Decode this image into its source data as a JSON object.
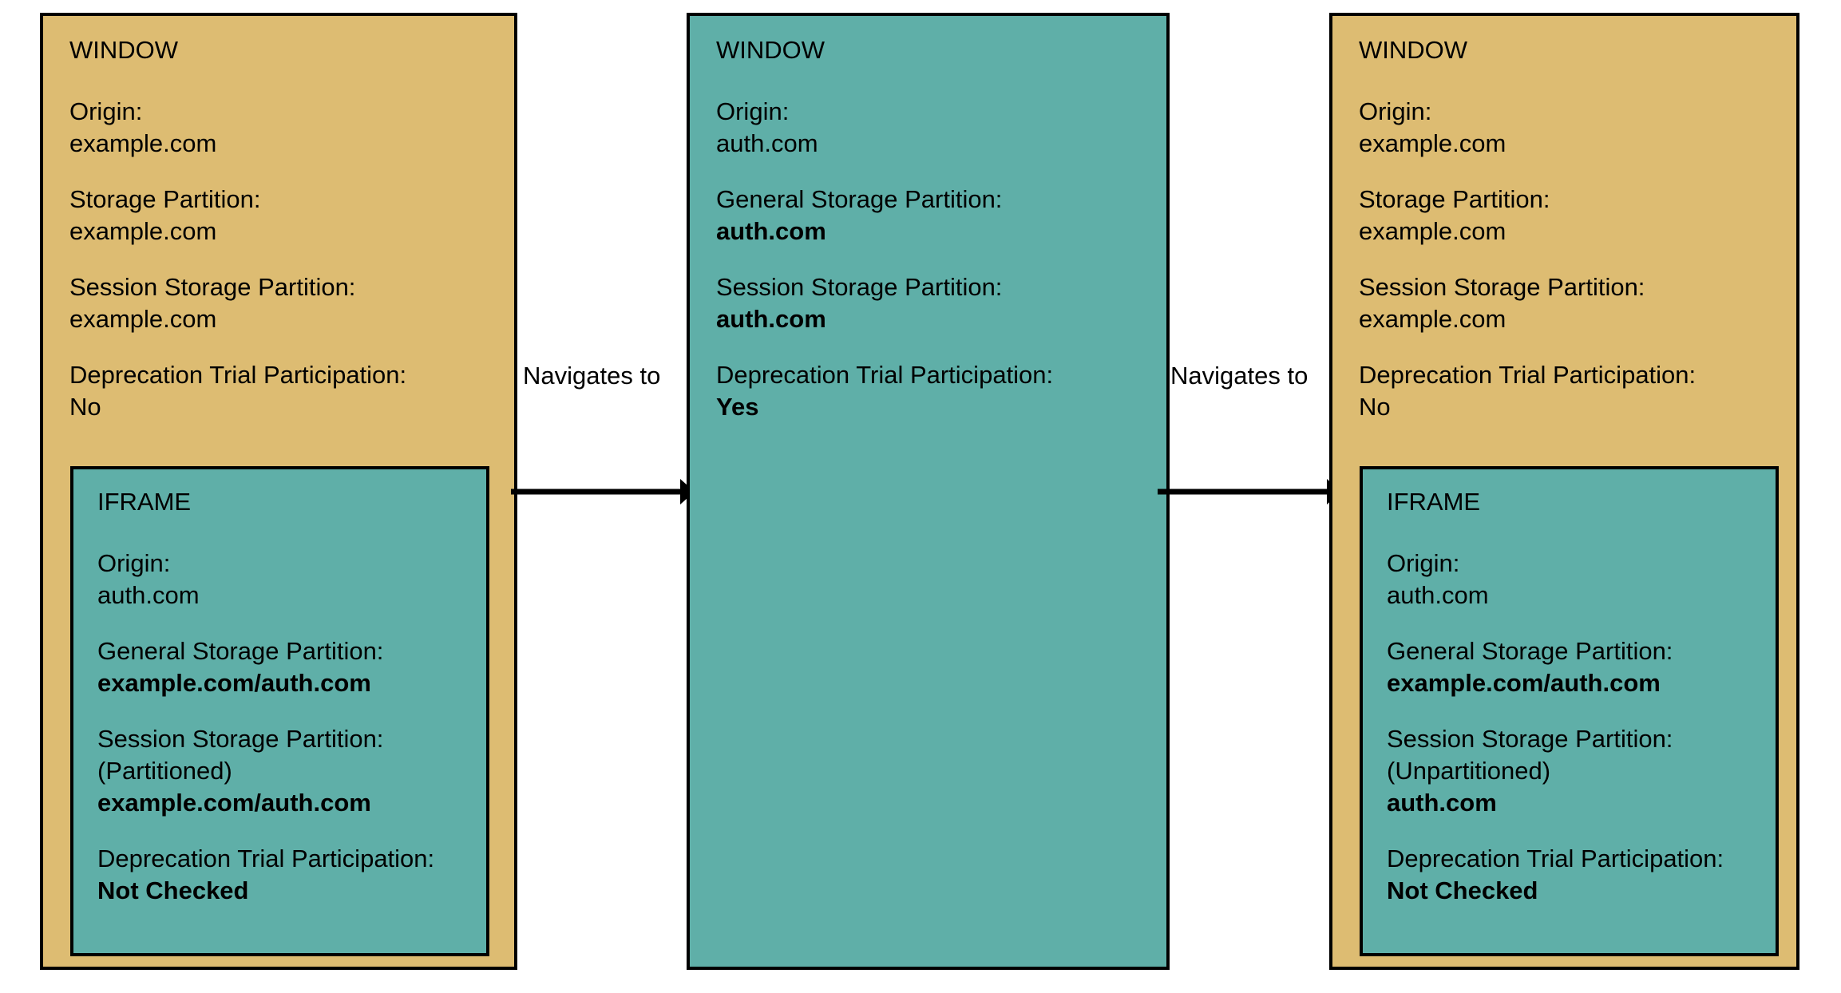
{
  "diagram": {
    "colors": {
      "window_tan": "#ddbc72",
      "frame_teal": "#5fafa8",
      "stroke": "#000000",
      "background": "#ffffff"
    },
    "panels": [
      {
        "id": "panel-1",
        "type": "window",
        "title": "WINDOW",
        "color": "#ddbc72",
        "fields": [
          {
            "label": "Origin:",
            "value": "example.com",
            "bold": false
          },
          {
            "label": "Storage Partition:",
            "value": "example.com",
            "bold": false
          },
          {
            "label": "Session Storage Partition:",
            "value": "example.com",
            "bold": false
          },
          {
            "label": "Deprecation Trial Participation:",
            "value": "No",
            "bold": false
          }
        ],
        "nested": {
          "id": "iframe-1",
          "type": "iframe",
          "title": "IFRAME",
          "color": "#5fafa8",
          "fields": [
            {
              "label": "Origin:",
              "value": "auth.com",
              "bold": false
            },
            {
              "label": "General Storage Partition:",
              "value": "example.com/auth.com",
              "bold": true
            },
            {
              "label": "Session Storage Partition:",
              "sublabel": "(Partitioned)",
              "value": "example.com/auth.com",
              "bold": true
            },
            {
              "label": "Deprecation Trial Participation:",
              "value": "Not Checked",
              "bold": true
            }
          ]
        }
      },
      {
        "id": "panel-2",
        "type": "window",
        "title": "WINDOW",
        "color": "#5fafa8",
        "fields": [
          {
            "label": "Origin:",
            "value": "auth.com",
            "bold": false
          },
          {
            "label": "General Storage Partition:",
            "value": "auth.com",
            "bold": true
          },
          {
            "label": "Session Storage Partition:",
            "value": "auth.com",
            "bold": true
          },
          {
            "label": "Deprecation Trial Participation:",
            "value": "Yes",
            "bold": true
          }
        ],
        "nested": null
      },
      {
        "id": "panel-3",
        "type": "window",
        "title": "WINDOW",
        "color": "#ddbc72",
        "fields": [
          {
            "label": "Origin:",
            "value": "example.com",
            "bold": false
          },
          {
            "label": "Storage Partition:",
            "value": "example.com",
            "bold": false
          },
          {
            "label": "Session Storage Partition:",
            "value": "example.com",
            "bold": false
          },
          {
            "label": "Deprecation Trial Participation:",
            "value": "No",
            "bold": false
          }
        ],
        "nested": {
          "id": "iframe-3",
          "type": "iframe",
          "title": "IFRAME",
          "color": "#5fafa8",
          "fields": [
            {
              "label": "Origin:",
              "value": "auth.com",
              "bold": false
            },
            {
              "label": "General Storage Partition:",
              "value": "example.com/auth.com",
              "bold": true
            },
            {
              "label": "Session Storage Partition:",
              "sublabel": "(Unpartitioned)",
              "value": "auth.com",
              "bold": true
            },
            {
              "label": "Deprecation Trial Participation:",
              "value": "Not Checked",
              "bold": true
            }
          ]
        }
      }
    ],
    "arrows": [
      {
        "id": "arrow-1",
        "label": "Navigates to",
        "from": "panel-1",
        "to": "panel-2",
        "icon": "arrow-right-icon"
      },
      {
        "id": "arrow-2",
        "label": "Navigates to",
        "from": "panel-2",
        "to": "panel-3",
        "icon": "arrow-right-icon"
      }
    ]
  }
}
